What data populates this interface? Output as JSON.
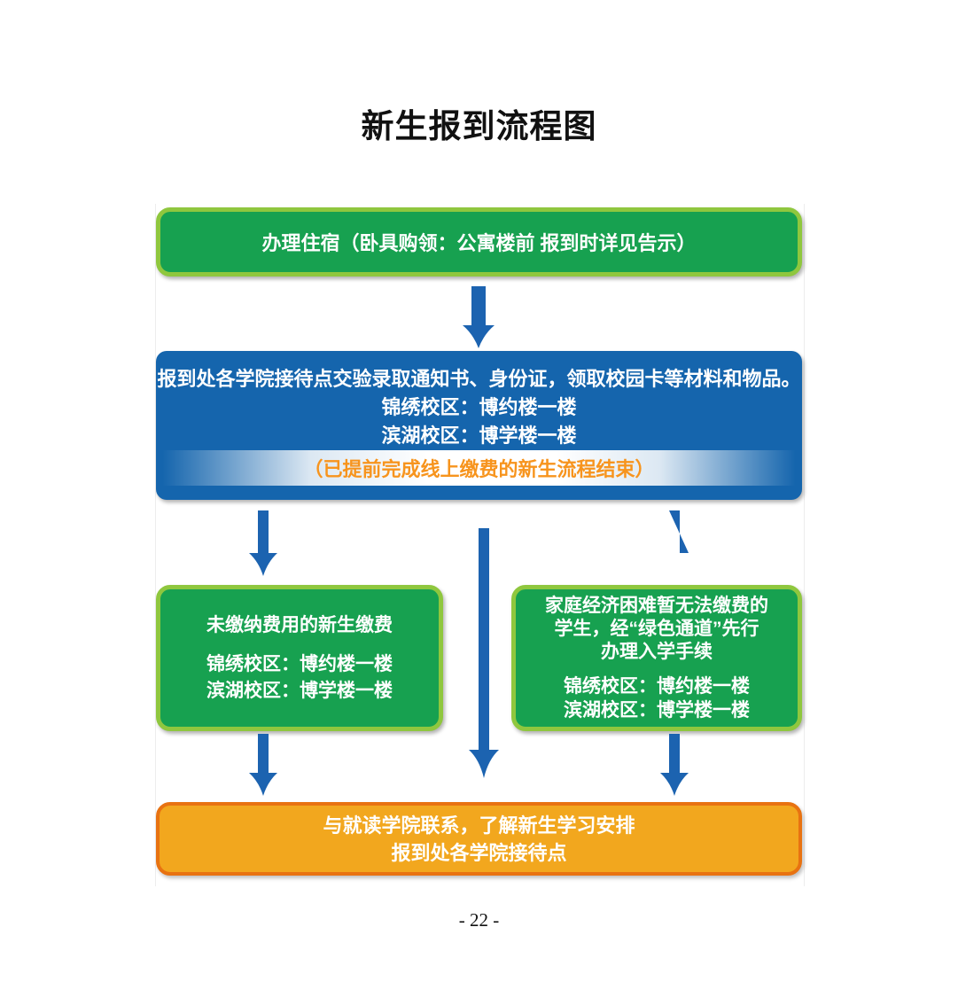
{
  "page": {
    "title": "新生报到流程图",
    "page_number": "- 22 -"
  },
  "flowchart": {
    "colors": {
      "green_fill": "#17A150",
      "green_border": "#8FC73E",
      "blue_fill": "#1565AD",
      "arrow_blue": "#1C63B0",
      "orange_fill": "#F2A71E",
      "orange_border": "#E87211",
      "band_text": "#F7941D"
    },
    "steps": {
      "housing": {
        "text": "办理住宿（卧具购领：公寓楼前 报到时详见告示）"
      },
      "checkin": {
        "line1": "报到处各学院接待点交验录取通知书、身份证，领取校园卡等材料和物品。",
        "line2": "锦绣校区：博约楼一楼",
        "line3": "滨湖校区：博学楼一楼",
        "band_note": "（已提前完成线上缴费的新生流程结束）"
      },
      "payment": {
        "line1": "未缴纳费用的新生缴费",
        "line2": "锦绣校区：博约楼一楼",
        "line3": "滨湖校区：博学楼一楼"
      },
      "green_channel": {
        "line1": "家庭经济困难暂无法缴费的",
        "line2": "学生，经“绿色通道”先行",
        "line3": "办理入学手续",
        "line4": "锦绣校区：博约楼一楼",
        "line5": "滨湖校区：博学楼一楼"
      },
      "college_contact": {
        "line1": "与就读学院联系，了解新生学习安排",
        "line2": "报到处各学院接待点"
      }
    }
  }
}
